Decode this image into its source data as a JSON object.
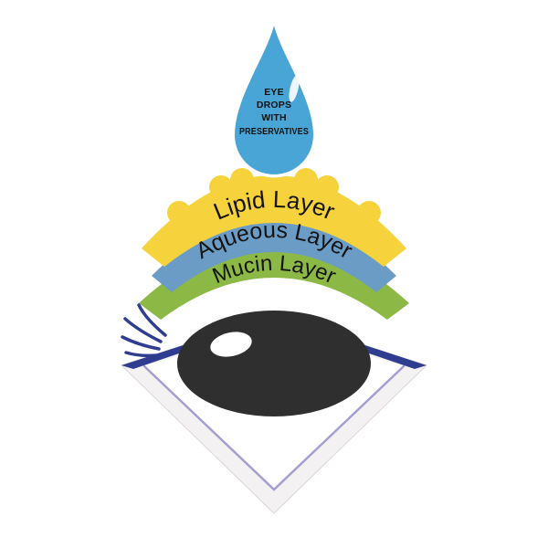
{
  "droplet": {
    "lines": [
      "EYE",
      "DROPS",
      "WITH",
      "PRESERVATIVES"
    ],
    "color": "#49a5d6",
    "highlight_color": "#ffffff"
  },
  "layers": [
    {
      "label": "Lipid Layer",
      "color": "#f6d33c"
    },
    {
      "label": "Aqueous Layer",
      "color": "#6b9cc6"
    },
    {
      "label": "Mucin Layer",
      "color": "#8cb946"
    }
  ],
  "eye": {
    "iris_color": "#2f2f2f",
    "highlight_color": "#ffffff",
    "accent_color": "#2e3d8f",
    "page_line_color": "#a49fd0",
    "sclera_outer_color": "#f4f1f3",
    "sclera_inner_color": "#ffffff"
  }
}
